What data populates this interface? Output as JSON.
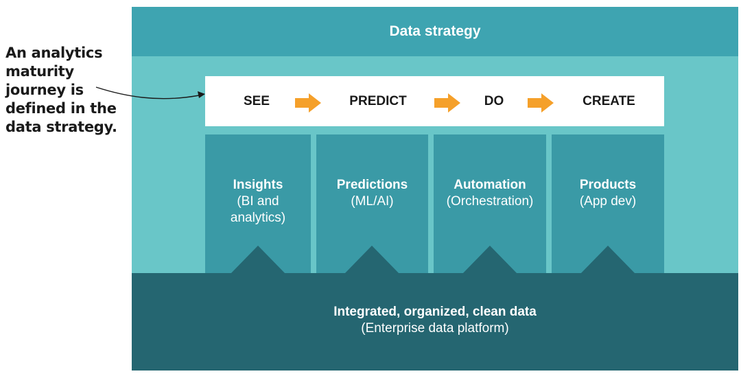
{
  "annotation": {
    "text": "An analytics maturity journey is defined in the data strategy."
  },
  "header": {
    "title": "Data strategy"
  },
  "journey": {
    "steps": [
      "SEE",
      "PREDICT",
      "DO",
      "CREATE"
    ],
    "arrow_color": "#f5a02a"
  },
  "pillars": [
    {
      "title": "Insights",
      "subtitle": "(BI and\nanalytics)"
    },
    {
      "title": "Predictions",
      "subtitle": "(ML/AI)"
    },
    {
      "title": "Automation",
      "subtitle": "(Orchestration)"
    },
    {
      "title": "Products",
      "subtitle": "(App dev)"
    }
  ],
  "foundation": {
    "title": "Integrated, organized, clean data",
    "subtitle": "(Enterprise data platform)"
  },
  "colors": {
    "header": "#3ea4b1",
    "frame": "#69c6c8",
    "pillar": "#3a9aa6",
    "foundation": "#256671"
  }
}
